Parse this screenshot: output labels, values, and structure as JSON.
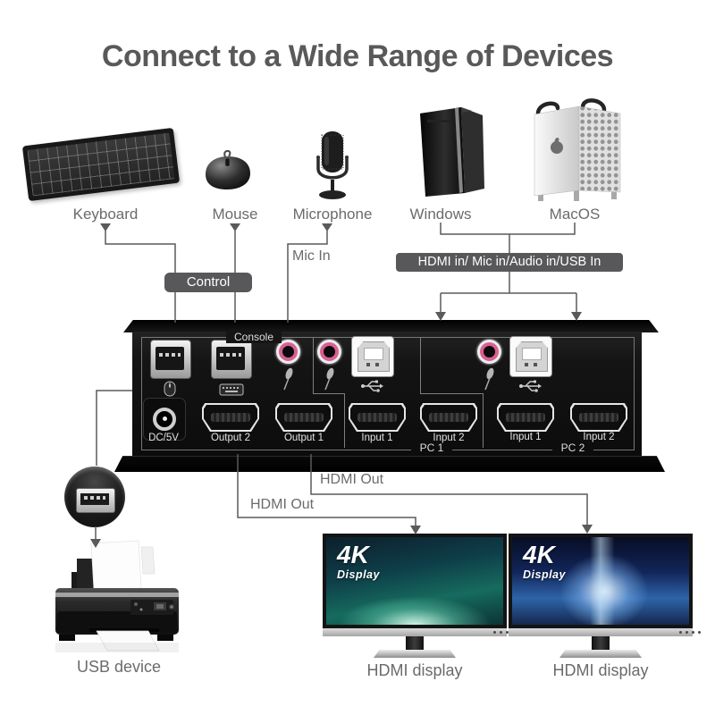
{
  "title": "Connect to a Wide Range of Devices",
  "colors": {
    "title_text": "#595959",
    "label_text": "#6b6b6b",
    "tag_bg": "#58585a",
    "tag_text": "#ffffff",
    "wire": "#5a5a5a",
    "mic_jack_ring": "#d95f93",
    "device_body": "#101010"
  },
  "peripherals": {
    "keyboard": "Keyboard",
    "mouse": "Mouse",
    "microphone": "Microphone"
  },
  "computers": {
    "windows": "Windows",
    "macos": "MacOS"
  },
  "annotations": {
    "control": "Control",
    "mic_in": "Mic In",
    "hdmi_in": "HDMI in/ Mic in/Audio in/USB In",
    "hdmi_out_top": "HDMI Out",
    "hdmi_out_bottom": "HDMI Out",
    "usb_device": "USB device"
  },
  "device": {
    "console": "Console",
    "pc1": "PC 1",
    "pc2": "PC 2",
    "port_labels": [
      "DC/5V",
      "Output 2",
      "Output 1",
      "Input 1",
      "Input 2",
      "Input 1",
      "Input 2"
    ]
  },
  "displays": [
    {
      "badge": "4K",
      "badge_sub": "Display",
      "label": "HDMI display"
    },
    {
      "badge": "4K",
      "badge_sub": "Display",
      "label": "HDMI display"
    }
  ]
}
